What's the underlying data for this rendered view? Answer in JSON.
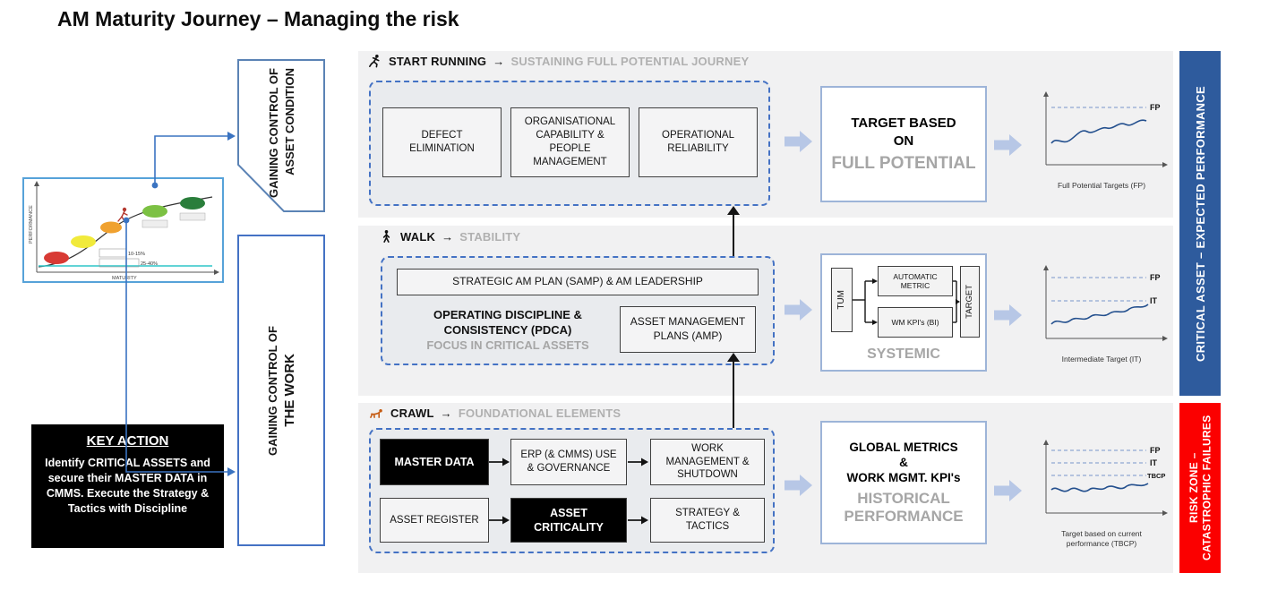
{
  "title": "AM Maturity Journey – Managing the risk",
  "left": {
    "mini_chart": {
      "ylabel": "PERFORMANCE",
      "xlabel": "MATURITY",
      "note1": "10-15%",
      "note2": "25-40%"
    },
    "control_asset": {
      "black": "GAINING CONTROL OF",
      "gray": "ASSET CONDITION"
    },
    "control_work": {
      "black": "GAINING CONTROL OF",
      "gray": "THE WORK"
    },
    "key_action": {
      "heading": "KEY ACTION",
      "body": "Identify CRITICAL ASSETS and secure their MASTER DATA in CMMS. Execute the Strategy & Tactics with Discipline"
    }
  },
  "run": {
    "label": "START RUNNING",
    "arrow": "→",
    "subtitle": "SUSTAINING FULL POTENTIAL JOURNEY",
    "boxes": [
      "DEFECT ELIMINATION",
      "ORGANISATIONAL CAPABILITY & PEOPLE MANAGEMENT",
      "OPERATIONAL RELIABILITY"
    ],
    "outcome_black": "TARGET BASED ON",
    "outcome_gray": "FULL POTENTIAL",
    "graph": {
      "fp": "FP",
      "caption": "Full Potential Targets (FP)"
    }
  },
  "walk": {
    "label": "WALK",
    "arrow": "→",
    "subtitle": "STABILITY",
    "samp": "STRATEGIC AM PLAN (SAMP) & AM LEADERSHIP",
    "discipline_black": "OPERATING DISCIPLINE & CONSISTENCY (PDCA)",
    "discipline_gray": "FOCUS IN CRITICAL ASSETS",
    "amp": "ASSET MANAGEMENT PLANS (AMP)",
    "systemic": {
      "tum": "TUM",
      "metric1": "AUTOMATIC METRIC",
      "metric2": "WM KPI's (BI)",
      "target": "TARGET",
      "label": "SYSTEMIC"
    },
    "graph": {
      "fp": "FP",
      "it": "IT",
      "caption": "Intermediate Target (IT)"
    }
  },
  "crawl": {
    "label": "CRAWL",
    "arrow": "→",
    "subtitle": "FOUNDATIONAL ELEMENTS",
    "row1": [
      "MASTER DATA",
      "ERP (& CMMS) USE & GOVERNANCE",
      "WORK MANAGEMENT & SHUTDOWN"
    ],
    "row2": [
      "ASSET REGISTER",
      "ASSET CRITICALITY",
      "STRATEGY & TACTICS"
    ],
    "outcome_black1": "GLOBAL METRICS",
    "outcome_black2": "&",
    "outcome_black3": "WORK MGMT. KPI's",
    "outcome_gray": "HISTORICAL PERFORMANCE",
    "graph": {
      "fp": "FP",
      "it": "IT",
      "tbcp": "TBCP",
      "caption": "Target based on current performance (TBCP)"
    }
  },
  "banners": {
    "expected": "CRITICAL ASSET – EXPECTED PERFORMANCE",
    "risk": "RISK ZONE – CATASTROPHIC FAILURES"
  },
  "colors": {
    "accent_blue": "#2e5b9d",
    "alert_red": "#fb0000",
    "dashed_border": "#4472c4",
    "arrow_fill": "#b7c7e6"
  }
}
